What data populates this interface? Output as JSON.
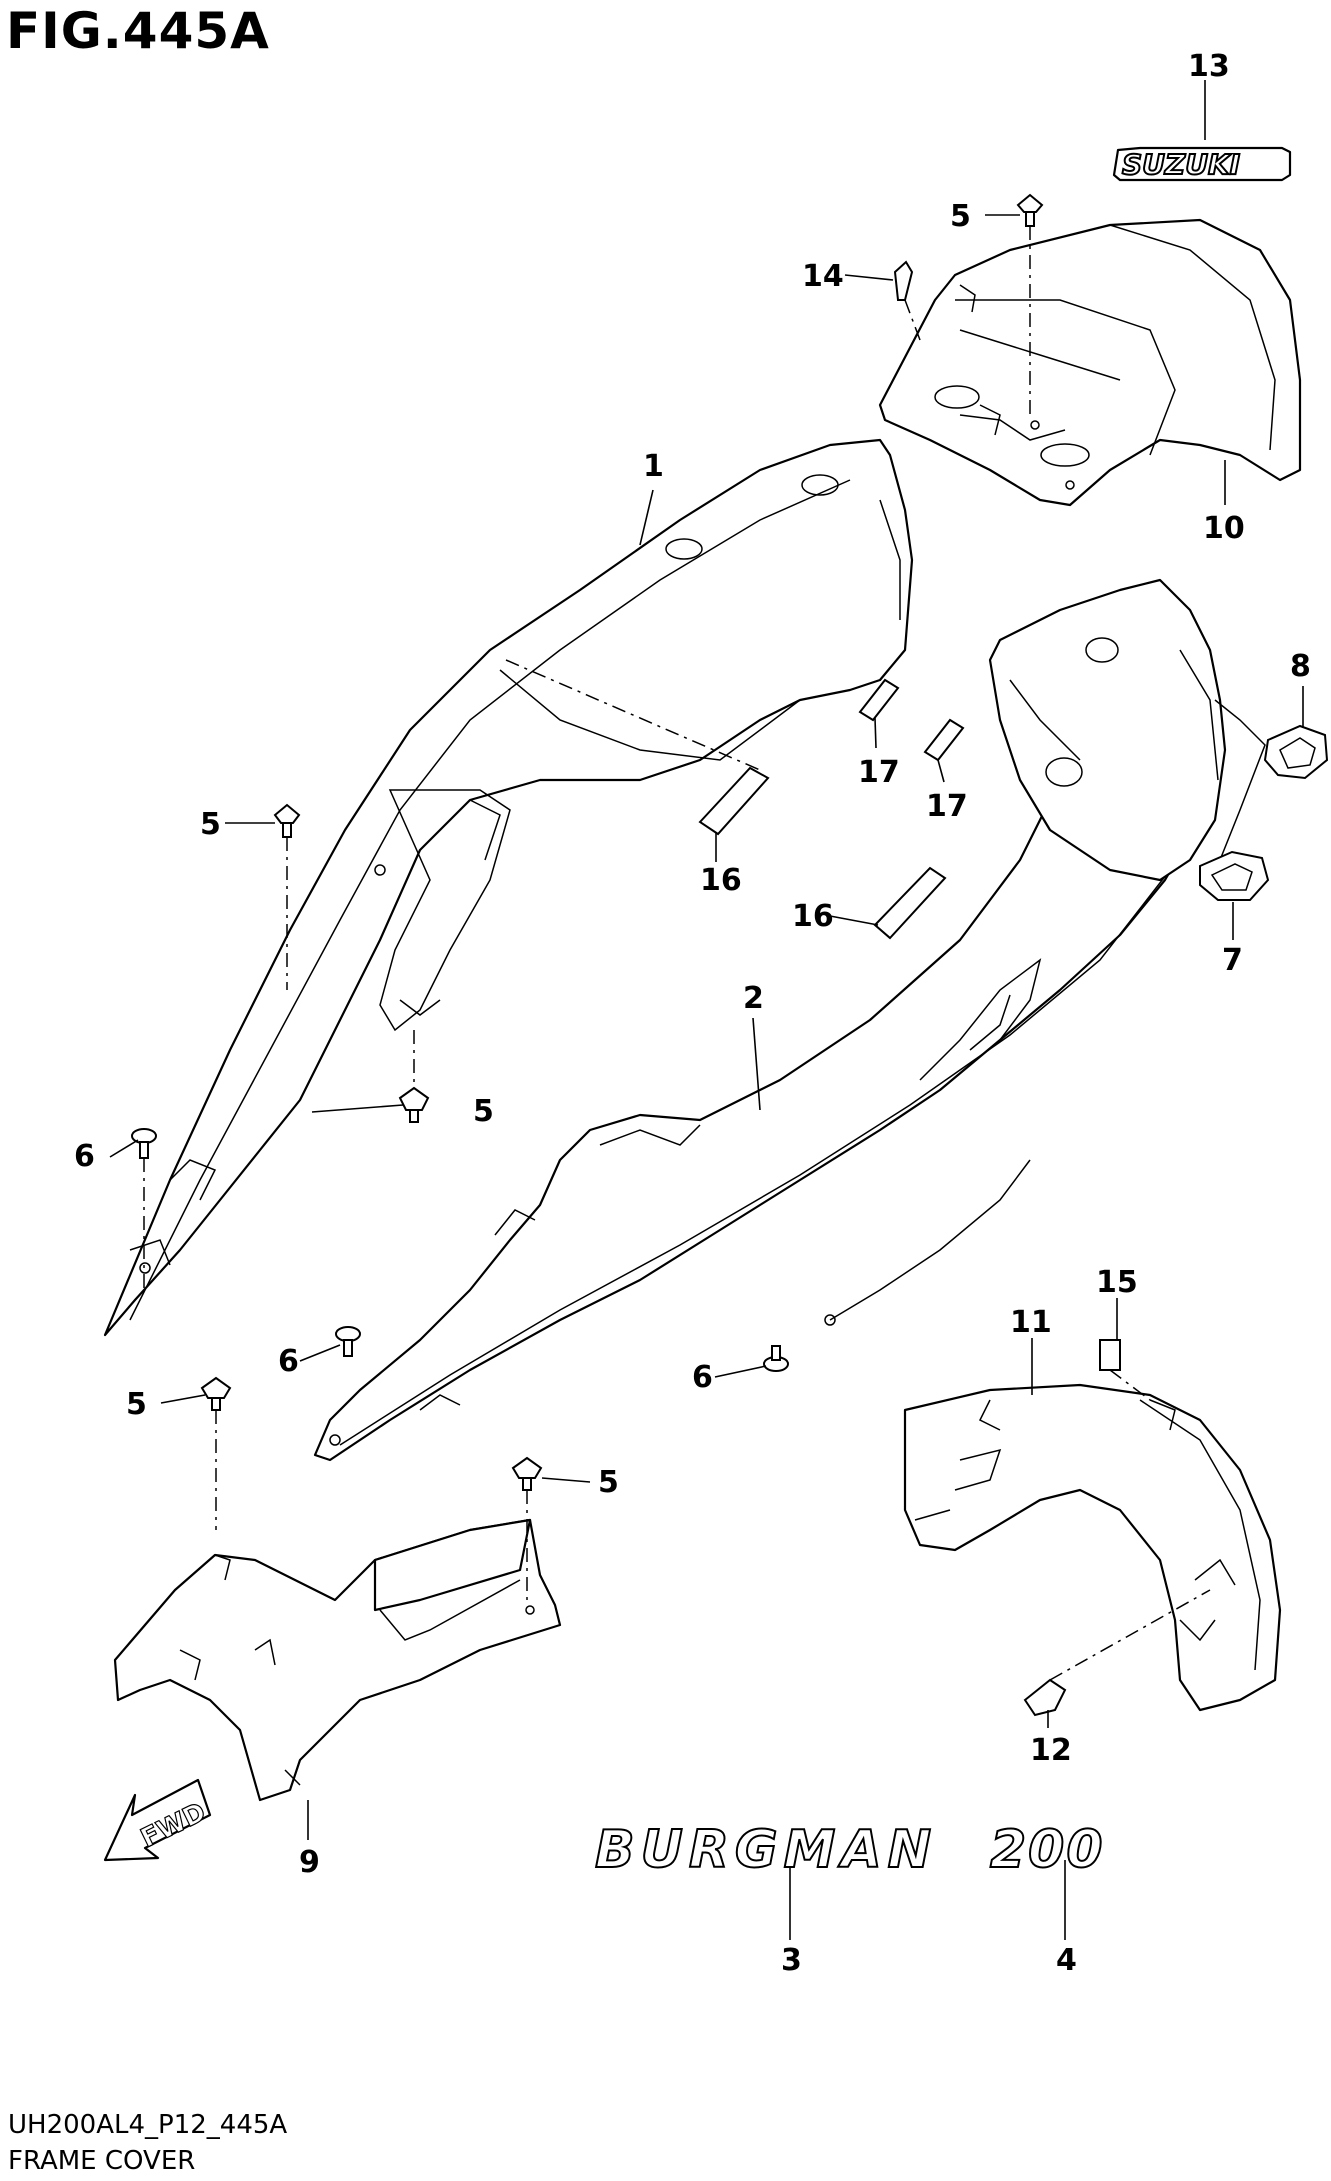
{
  "figure": {
    "title": "FIG.445A",
    "drawing_code": "UH200AL4_P12_445A",
    "section_name": "FRAME COVER"
  },
  "decals": {
    "brand_emblem": "SUZUKI",
    "model_name": "BURGMAN",
    "model_number": "200",
    "direction_arrow": "FWD"
  },
  "callouts": {
    "c1": "1",
    "c2": "2",
    "c3": "3",
    "c4": "4",
    "c5a": "5",
    "c5b": "5",
    "c5c": "5",
    "c5d": "5",
    "c5e": "5",
    "c6a": "6",
    "c6b": "6",
    "c6c": "6",
    "c7": "7",
    "c8": "8",
    "c9": "9",
    "c10": "10",
    "c11": "11",
    "c12": "12",
    "c13": "13",
    "c14": "14",
    "c15": "15",
    "c16a": "16",
    "c16b": "16",
    "c17a": "17",
    "c17b": "17"
  }
}
